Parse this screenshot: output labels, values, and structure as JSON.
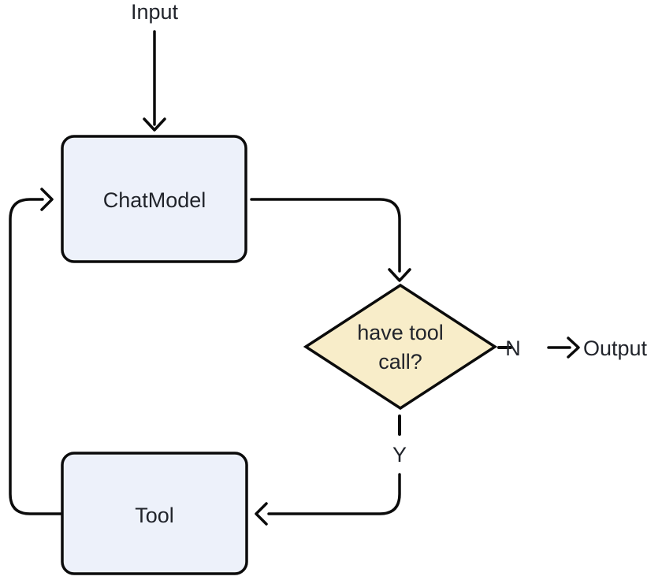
{
  "diagram": {
    "title": "flowchart: chat model tool-calling loop",
    "colors": {
      "background": "#FFFFFF",
      "stroke": "#0B0B0B",
      "text": "#21242B",
      "node_fill": "#EDF1FA",
      "decision_fill": "#F8EDC9"
    },
    "nodes": {
      "input": {
        "label": "Input"
      },
      "chat_model": {
        "label": "ChatModel",
        "fill": "#EDF1FA"
      },
      "decision": {
        "line1": "have tool",
        "line2": "call?",
        "fill": "#F8EDC9"
      },
      "tool": {
        "label": "Tool",
        "fill": "#EDF1FA"
      },
      "output": {
        "label": "Output"
      }
    },
    "edges": {
      "no": {
        "label": "N",
        "style": "dashed"
      },
      "yes": {
        "label": "Y",
        "style": "dashed"
      }
    }
  }
}
